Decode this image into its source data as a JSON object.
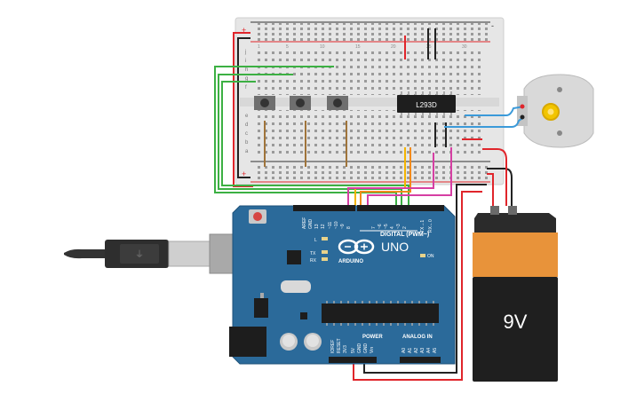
{
  "breadboard": {
    "rail_plus": "+",
    "rail_minus": "-",
    "row_letters_top": [
      "j",
      "i",
      "h",
      "g",
      "f"
    ],
    "row_letters_bottom": [
      "e",
      "d",
      "c",
      "b",
      "a"
    ],
    "column_numbers": [
      "1",
      "5",
      "10",
      "15",
      "20",
      "25",
      "30"
    ]
  },
  "ic": {
    "label": "L293D"
  },
  "arduino": {
    "brand": "ARDUINO",
    "model": "UNO",
    "digital_header": "DIGITAL (PWM~)",
    "power_header": "POWER",
    "analog_header": "ANALOG IN",
    "led_l": "L",
    "led_tx": "TX",
    "led_rx": "RX",
    "on_label": "ON",
    "top_pins": [
      "AREF",
      "GND",
      "13",
      "12",
      "~11",
      "~10",
      "~9",
      "8",
      "7",
      "~6",
      "~5",
      "4",
      "~3",
      "2",
      "TX→1",
      "RX←0"
    ],
    "power_pins": [
      "IOREF",
      "RESET",
      "3V3",
      "5V",
      "GND",
      "GND",
      "Vin"
    ],
    "analog_pins": [
      "A0",
      "A1",
      "A2",
      "A3",
      "A4",
      "A5"
    ]
  },
  "battery": {
    "label": "9V"
  },
  "colors": {
    "board_blue": "#2b6a9a",
    "battery_orange": "#e8933a",
    "wire_red": "#e0252b",
    "wire_green": "#3cb043",
    "wire_yellow": "#f4b400",
    "wire_orange": "#f28a1b",
    "wire_magenta": "#d63fa3",
    "wire_blue": "#3b9ad9",
    "wire_black": "#222222"
  }
}
